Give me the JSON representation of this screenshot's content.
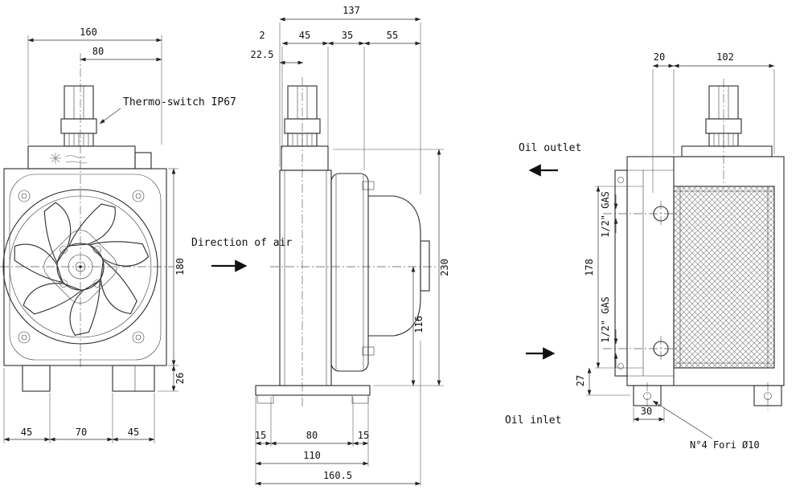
{
  "drawing": {
    "colors": {
      "ink": "#2b2b2b",
      "background": "#ffffff"
    },
    "labels": {
      "thermo_switch": "Thermo-switch IP67",
      "direction_of_air": "Direction of air",
      "oil_outlet": "Oil outlet",
      "oil_inlet": "Oil inlet",
      "gas_port_top": "1/2\" GAS",
      "gas_port_bottom": "1/2\" GAS",
      "holes_note": "N°4 Fori Ø10"
    },
    "front_view": {
      "width_total": "160",
      "width_to_center": "80",
      "height_body": "180",
      "height_base": "26",
      "foot_left": "45",
      "foot_center": "70",
      "foot_right": "45"
    },
    "side_view": {
      "depth_total": "137",
      "gap": "2",
      "shroud_depth": "45",
      "core_depth": "35",
      "motor_depth": "55",
      "switch_offset": "22.5",
      "height_total": "230",
      "port_height": "116",
      "base_left": "15",
      "base_center": "80",
      "base_right": "15",
      "base_width": "110",
      "overall_depth": "160.5"
    },
    "rear_view": {
      "flange_offset": "20",
      "core_width": "102",
      "core_height": "178",
      "base_height": "27",
      "foot_offset": "30"
    }
  }
}
